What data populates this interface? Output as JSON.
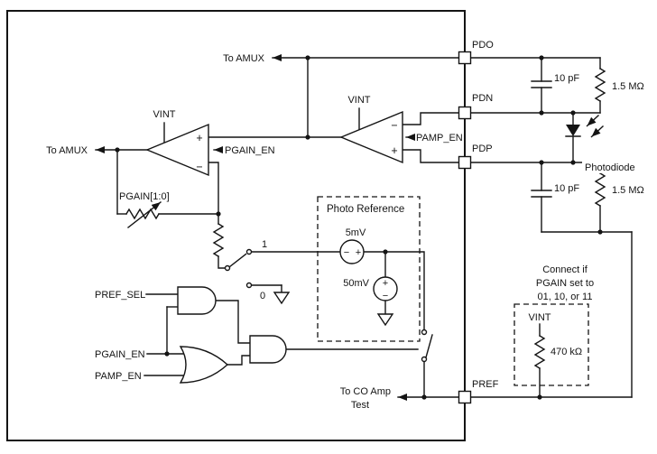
{
  "figure": "photodiode-preamp-schematic",
  "colors": {
    "line": "#141414",
    "background": "#ffffff"
  },
  "pins": {
    "pdo": "PDO",
    "pdn": "PDN",
    "pdp": "PDP",
    "pref": "PREF"
  },
  "labels": {
    "to_amux": "To AMUX",
    "vint": "VINT",
    "pamp_en": "PAMP_EN",
    "pgain_en": "PGAIN_EN",
    "pref_sel": "PREF_SEL",
    "pgain_bus": "PGAIN[1:0]",
    "photodiode": "Photodiode",
    "photo_reference": "Photo Reference",
    "v5": "5mV",
    "v50": "50mV",
    "sw1": "1",
    "sw0": "0",
    "cap": "10 pF",
    "res": "1.5 MΩ",
    "res470": "470 kΩ",
    "note1": "Connect if",
    "note2": "PGAIN set to",
    "note3": "01, 10, or 11",
    "co1": "To CO Amp",
    "co2": "Test",
    "plus": "+",
    "minus": "−"
  }
}
